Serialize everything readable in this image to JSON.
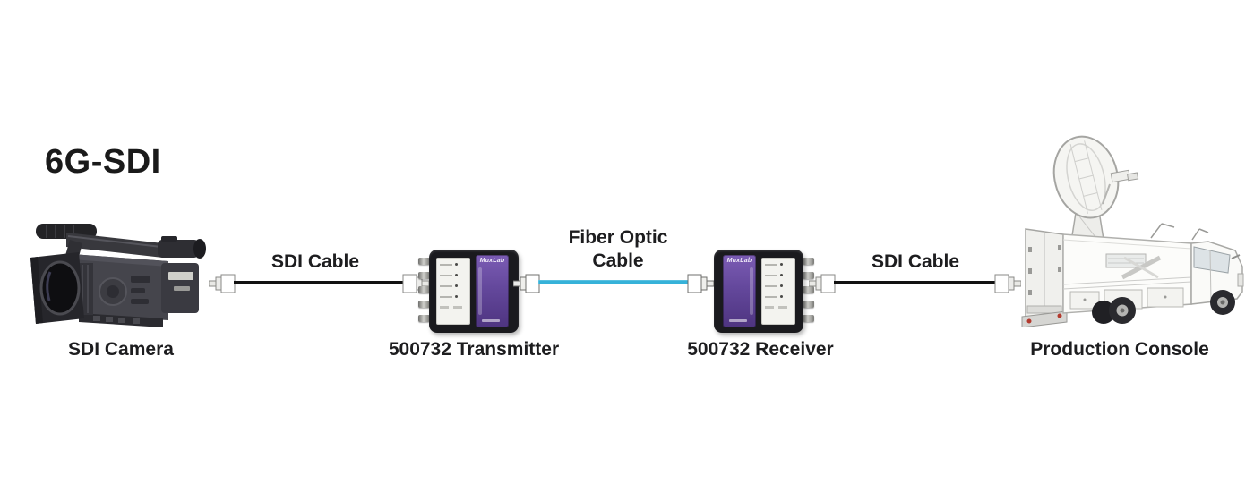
{
  "title": "6G-SDI",
  "colors": {
    "fiber_cable": "#36b2d9",
    "sdi_cable": "#111111",
    "device_purple": "#64489c",
    "text": "#1d1d1f",
    "background": "#ffffff"
  },
  "nodes": {
    "camera": {
      "label": "SDI Camera"
    },
    "transmitter": {
      "label": "500732 Transmitter",
      "brand": "MuxLab"
    },
    "receiver": {
      "label": "500732 Receiver",
      "brand": "MuxLab"
    },
    "console": {
      "label": "Production Console"
    }
  },
  "cables": {
    "sdi1": {
      "label": "SDI Cable"
    },
    "fiber": {
      "label": "Fiber Optic Cable"
    },
    "sdi2": {
      "label": "SDI Cable"
    }
  }
}
